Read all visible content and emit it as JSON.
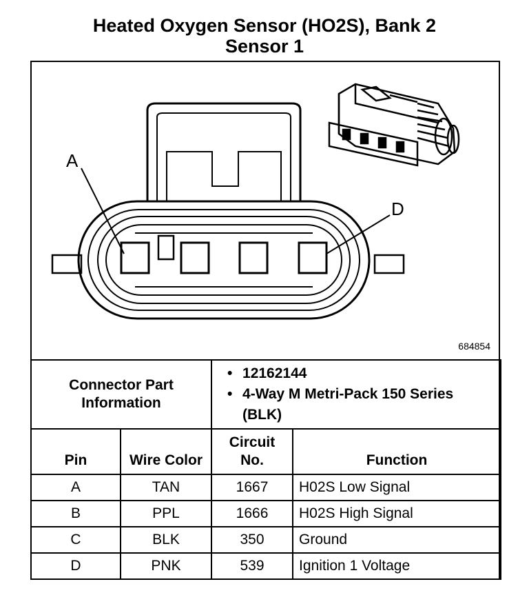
{
  "title": {
    "line1": "Heated Oxygen Sensor (HO2S), Bank 2",
    "line2": "Sensor 1"
  },
  "diagram": {
    "label_a": "A",
    "label_d": "D",
    "figure_id": "684854"
  },
  "connector": {
    "label": "Connector Part Information",
    "info": [
      "12162144",
      "4-Way M Metri-Pack 150 Series (BLK)"
    ]
  },
  "table": {
    "headers": [
      "Pin",
      "Wire Color",
      "Circuit No.",
      "Function"
    ],
    "rows": [
      [
        "A",
        "TAN",
        "1667",
        "H02S Low Signal"
      ],
      [
        "B",
        "PPL",
        "1666",
        "H02S High Signal"
      ],
      [
        "C",
        "BLK",
        "350",
        "Ground"
      ],
      [
        "D",
        "PNK",
        "539",
        "Ignition 1 Voltage"
      ]
    ]
  }
}
